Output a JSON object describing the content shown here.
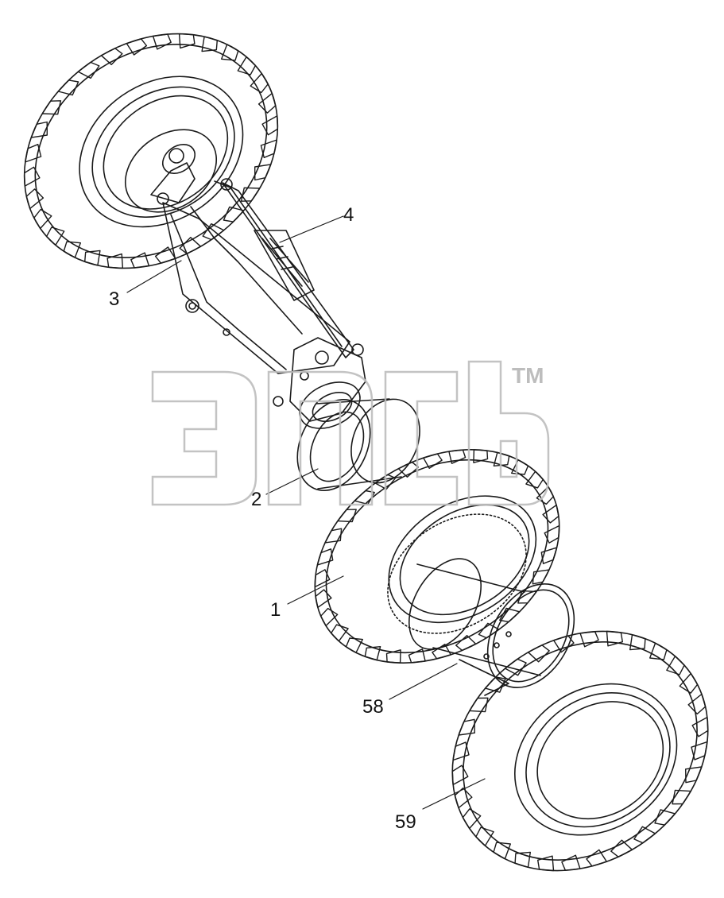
{
  "diagram": {
    "callouts": [
      {
        "id": "3",
        "text": "3"
      },
      {
        "id": "4",
        "text": "4"
      },
      {
        "id": "2",
        "text": "2"
      },
      {
        "id": "1",
        "text": "1"
      },
      {
        "id": "58",
        "text": "58"
      },
      {
        "id": "59",
        "text": "59"
      }
    ],
    "watermark": {
      "text": "эпсь",
      "trademark": "TM"
    },
    "colors": {
      "line": "#1a1a1a",
      "watermark": "#bdbdbd",
      "background": "#ffffff"
    }
  }
}
